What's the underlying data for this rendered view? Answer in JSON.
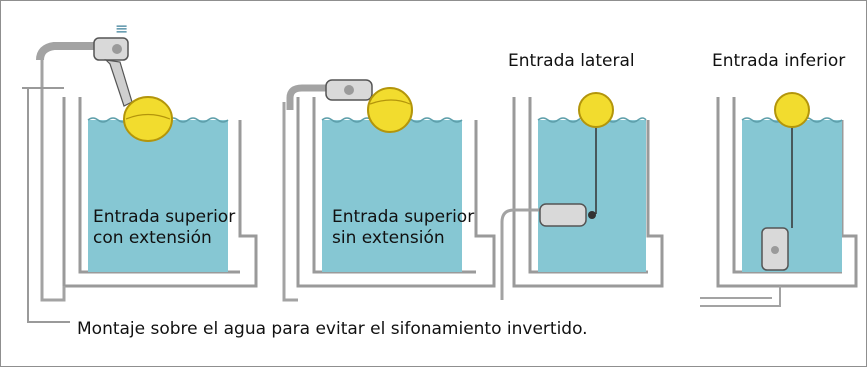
{
  "colors": {
    "water": "#86c7d3",
    "tank_wall": "#9a9a9a",
    "float": "#f2dc2e",
    "float_outline": "#b3950b",
    "pipe": "#a3a3a3",
    "valve": "#d9d9d9",
    "frame": "#8f8f8f"
  },
  "diagrams": [
    {
      "label_line1": "Entrada superior",
      "label_line2": "con extensión"
    },
    {
      "label_line1": "Entrada superior",
      "label_line2": "sin extensión"
    },
    {
      "label": "Entrada lateral"
    },
    {
      "label": "Entrada inferior"
    }
  ],
  "footer": "Montaje sobre el agua para evitar  el sifonamiento invertido.",
  "icons": [
    "menu-icon",
    "ball-float-icon",
    "float-valve-icon"
  ]
}
